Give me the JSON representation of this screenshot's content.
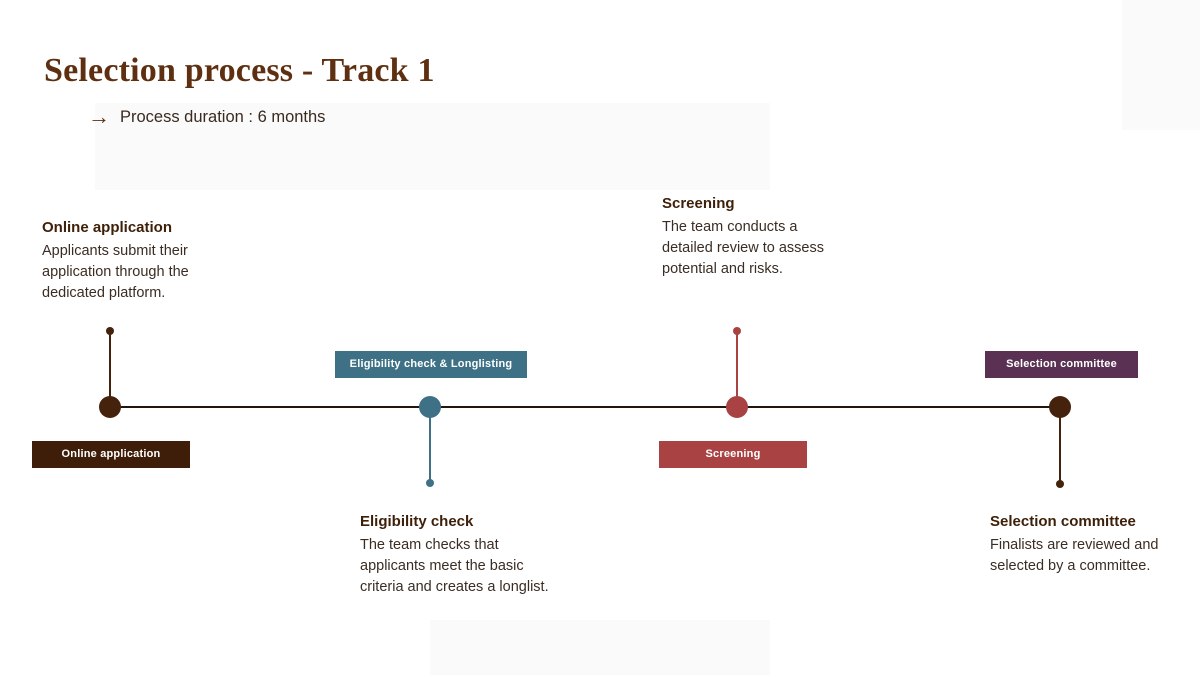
{
  "header": {
    "title": "Selection process - Track 1",
    "subtitle_arrow": "→",
    "subtitle": "Process duration : 6 months"
  },
  "timeline": {
    "line_color": "#23150b",
    "milestones": [
      {
        "id": "online-application",
        "badge": "Online application",
        "heading": "Online application",
        "description": "Applicants submit their application through the dedicated platform.",
        "node_color": "#45220c",
        "badge_color": "#3f1e09",
        "detail_side": "above",
        "badge_side": "below"
      },
      {
        "id": "eligibility-check",
        "badge": "Eligibility check & Longlisting",
        "heading": "Eligibility check",
        "description": "The team checks that applicants meet the basic criteria and creates a longlist.",
        "node_color": "#3e7185",
        "badge_color": "#3e7185",
        "detail_side": "below",
        "badge_side": "above"
      },
      {
        "id": "screening",
        "badge": "Screening",
        "heading": "Screening",
        "description": "The team conducts a detailed review to assess potential and risks.",
        "node_color": "#a94343",
        "badge_color": "#a94343",
        "detail_side": "above",
        "badge_side": "below"
      },
      {
        "id": "selection-committee",
        "badge": "Selection committee",
        "heading": "Selection committee",
        "description": "Finalists are reviewed and selected by a committee.",
        "node_color": "#45220c",
        "badge_color": "#5a3153",
        "detail_side": "below",
        "badge_side": "above"
      }
    ]
  }
}
